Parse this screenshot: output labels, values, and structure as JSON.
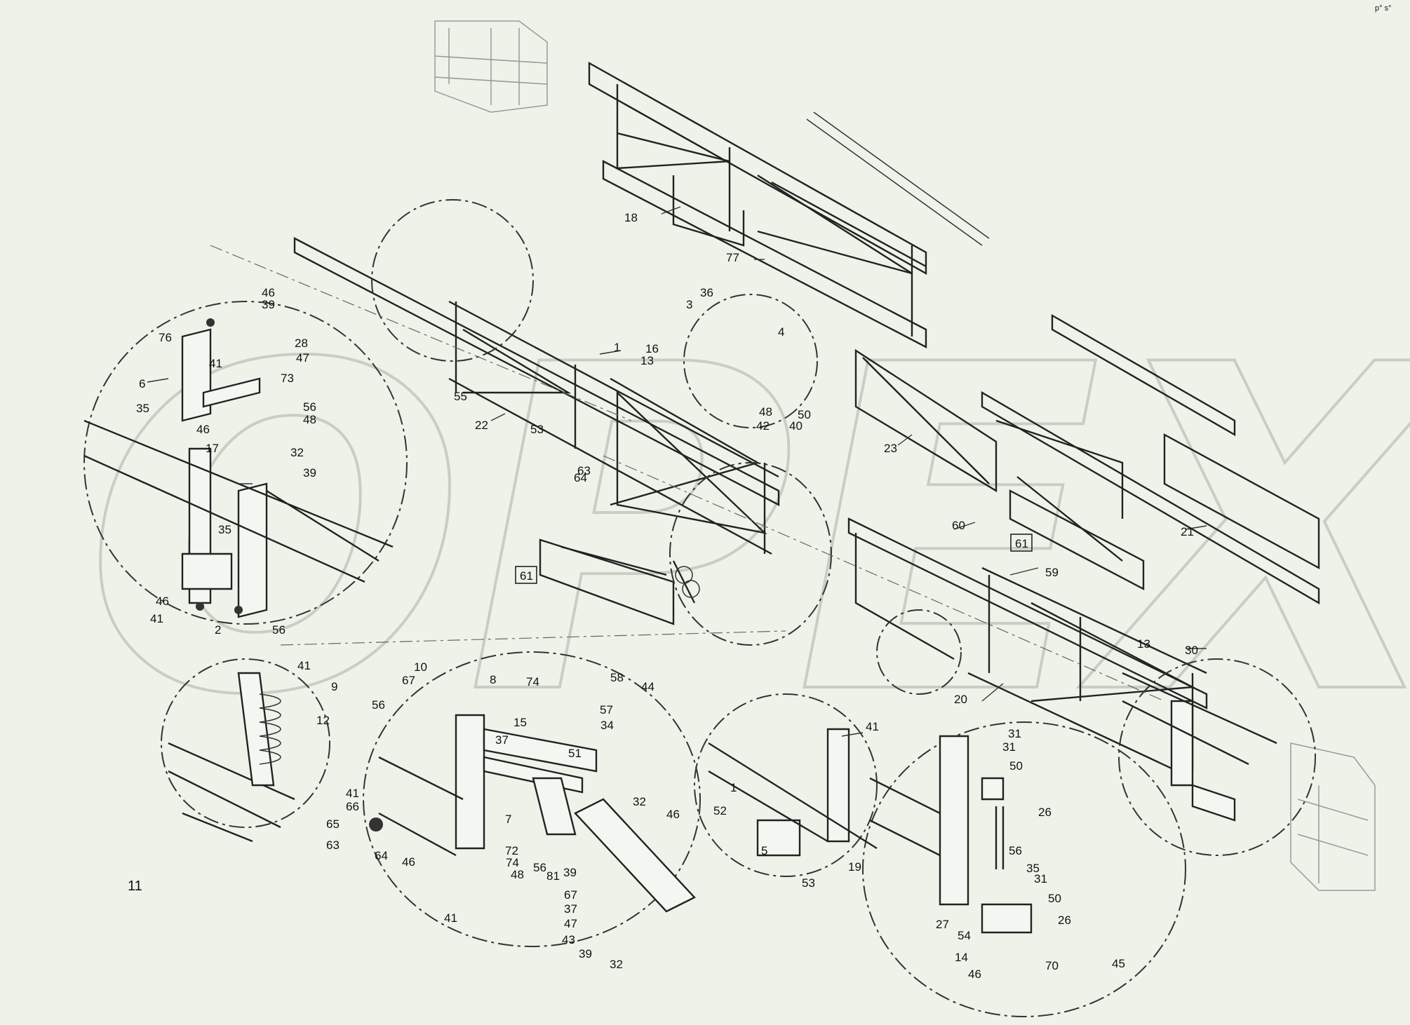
{
  "watermark": "OPEX",
  "figure_number": "11",
  "corner_mark": "p° s°",
  "boxed_refs": [
    "61",
    "61"
  ],
  "callouts": [
    "18",
    "77",
    "1",
    "13",
    "16",
    "3",
    "36",
    "4",
    "48",
    "42",
    "40",
    "50",
    "22",
    "55",
    "53",
    "63",
    "64",
    "23",
    "21",
    "60",
    "59",
    "13",
    "30",
    "20",
    "46",
    "39",
    "76",
    "28",
    "47",
    "41",
    "73",
    "6",
    "56",
    "48",
    "35",
    "46",
    "17",
    "32",
    "39",
    "35",
    "46",
    "41",
    "2",
    "56",
    "41",
    "9",
    "12",
    "10",
    "67",
    "56",
    "8",
    "74",
    "58",
    "44",
    "57",
    "34",
    "51",
    "15",
    "37",
    "7",
    "72",
    "74",
    "48",
    "56",
    "81",
    "39",
    "32",
    "46",
    "41",
    "66",
    "65",
    "63",
    "64",
    "46",
    "41",
    "67",
    "37",
    "47",
    "43",
    "39",
    "32",
    "41",
    "1",
    "52",
    "5",
    "19",
    "53",
    "31",
    "31",
    "50",
    "26",
    "56",
    "35",
    "31",
    "50",
    "26",
    "45",
    "27",
    "54",
    "14",
    "46",
    "70",
    "56"
  ]
}
